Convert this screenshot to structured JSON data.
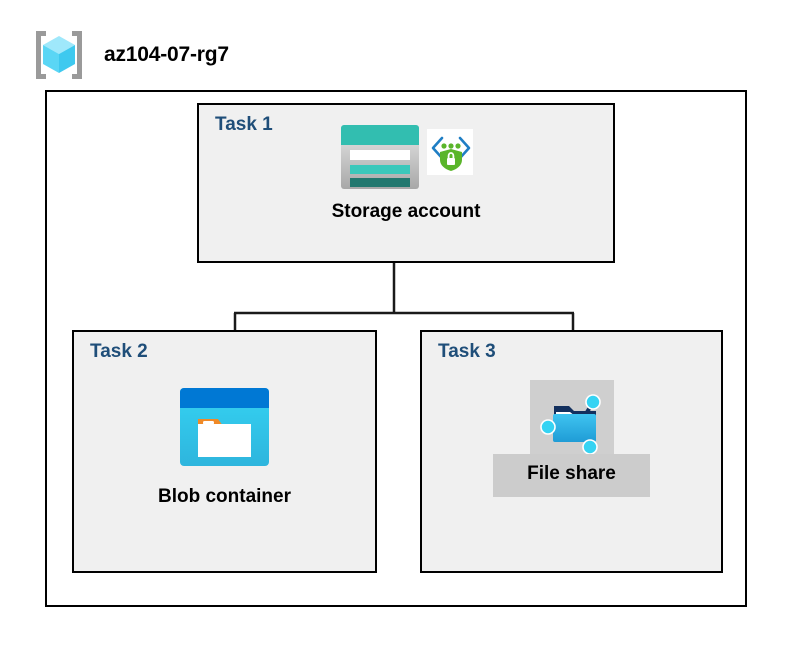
{
  "header": {
    "title": "az104-07-rg7",
    "icon": "resource-group-icon"
  },
  "diagram": {
    "tasks": [
      {
        "id": "task-1",
        "label": "Task 1",
        "node_caption": "Storage account",
        "icons": [
          "storage-account-icon",
          "private-link-icon"
        ]
      },
      {
        "id": "task-2",
        "label": "Task 2",
        "node_caption": "Blob container",
        "icons": [
          "blob-container-icon"
        ]
      },
      {
        "id": "task-3",
        "label": "Task 3",
        "node_caption": "File share",
        "icons": [
          "file-share-icon"
        ],
        "highlighted": true
      }
    ]
  },
  "colors": {
    "task_label": "#1f4e79",
    "box_fill": "#f0f0f0",
    "boundary_stroke": "#000000",
    "connector_stroke": "#1a1a1a",
    "highlight_fill": "#cccccc",
    "storage_teal": "#32beb0",
    "blob_blue": "#0078d4",
    "blob_cyan": "#32d2f2",
    "fileshare_blue": "#32b5e5",
    "shield_green": "#5ab52a",
    "page_background": "#ffffff"
  }
}
